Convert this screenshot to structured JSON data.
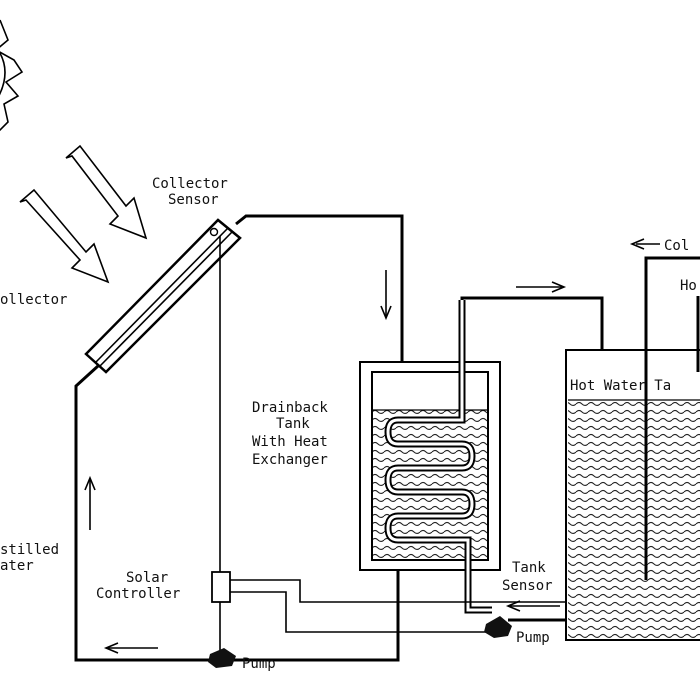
{
  "labels": {
    "collector_sensor_1": "Collector",
    "collector_sensor_2": "Sensor",
    "collector": "ollector",
    "distilled_1": "stilled",
    "distilled_2": "ater",
    "drainback_1": "Drainback",
    "drainback_2": "Tank",
    "drainback_3": "With Heat",
    "drainback_4": "Exchanger",
    "solar_controller_1": "Solar",
    "solar_controller_2": "Controller",
    "tank_sensor_1": "Tank",
    "tank_sensor_2": "Sensor",
    "pump_left": "Pump",
    "pump_right": "Pump",
    "hot_water_tank": "Hot Water Ta",
    "cold": "Col",
    "hot": "Ho"
  },
  "colors": {
    "line": "#000000",
    "background": "#ffffff"
  }
}
